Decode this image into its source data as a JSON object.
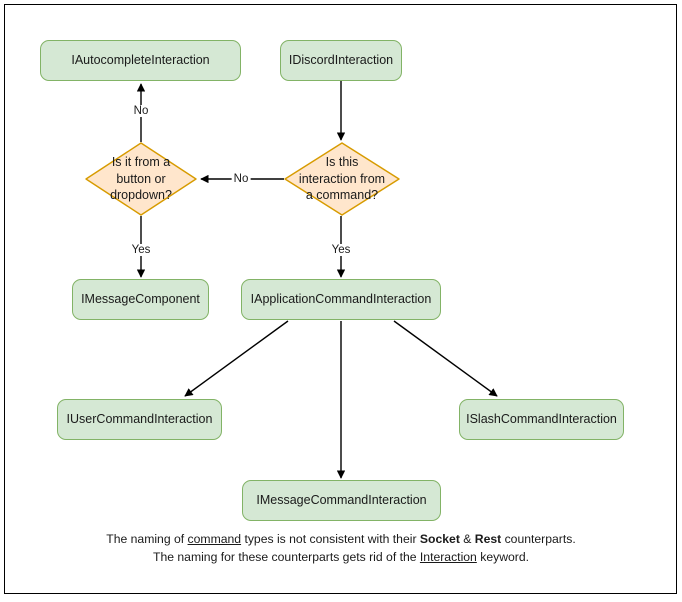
{
  "diagram": {
    "title": "Discord interaction type hierarchy flowchart",
    "colors": {
      "box_fill": "#d5e8d4",
      "box_stroke": "#82b366",
      "decision_fill": "#ffe6cc",
      "decision_stroke": "#d79b00",
      "edge_stroke": "#000000",
      "frame_stroke": "#000000",
      "text": "#1a1a1a",
      "background": "#ffffff"
    },
    "nodes": [
      {
        "id": "autocomplete",
        "type": "box",
        "label": "IAutocompleteInteraction"
      },
      {
        "id": "discord",
        "type": "box",
        "label": "IDiscordInteraction"
      },
      {
        "id": "decision_button",
        "type": "decision",
        "label": "Is it from a button or dropdown?"
      },
      {
        "id": "decision_command",
        "type": "decision",
        "label": "Is this interaction from a command?"
      },
      {
        "id": "messagecomponent",
        "type": "box",
        "label": "IMessageComponent"
      },
      {
        "id": "appcommand",
        "type": "box",
        "label": "IApplicationCommandInteraction"
      },
      {
        "id": "usercommand",
        "type": "box",
        "label": "IUserCommandInteraction"
      },
      {
        "id": "slashcommand",
        "type": "box",
        "label": "ISlashCommandInteraction"
      },
      {
        "id": "messagecommand",
        "type": "box",
        "label": "IMessageCommandInteraction"
      }
    ],
    "edges": [
      {
        "from": "discord",
        "to": "decision_command",
        "label": ""
      },
      {
        "from": "decision_command",
        "to": "decision_button",
        "label": "No"
      },
      {
        "from": "decision_command",
        "to": "appcommand",
        "label": "Yes"
      },
      {
        "from": "decision_button",
        "to": "autocomplete",
        "label": "No"
      },
      {
        "from": "decision_button",
        "to": "messagecomponent",
        "label": "Yes"
      },
      {
        "from": "appcommand",
        "to": "usercommand",
        "label": ""
      },
      {
        "from": "appcommand",
        "to": "messagecommand",
        "label": ""
      },
      {
        "from": "appcommand",
        "to": "slashcommand",
        "label": ""
      }
    ],
    "edge_labels": {
      "decision_button_no": "No",
      "decision_button_yes": "Yes",
      "decision_command_no": "No",
      "decision_command_yes": "Yes"
    },
    "footnote": {
      "part1": "The naming of ",
      "emphasis1": "command",
      "part2": " types is not consistent with their ",
      "strong1": "Socket",
      "part3": " & ",
      "strong2": "Rest",
      "part4": " counterparts. The naming for these counterparts gets rid of the ",
      "emphasis2": "Interaction",
      "part5": " keyword."
    }
  }
}
